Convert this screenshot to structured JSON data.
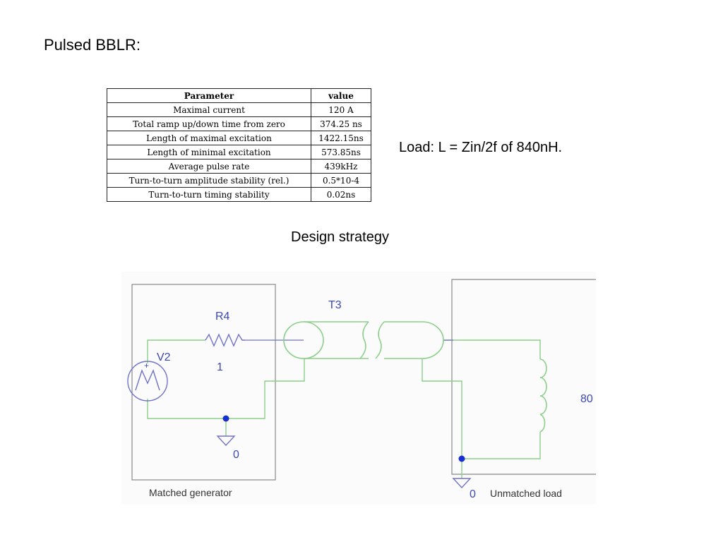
{
  "title": "Pulsed BBLR:",
  "table": {
    "headers": [
      "Parameter",
      "value"
    ],
    "rows": [
      [
        "Maximal current",
        "120 A"
      ],
      [
        "Total ramp up/down time from zero",
        "374.25 ns"
      ],
      [
        "Length of maximal excitation",
        "1422.15ns"
      ],
      [
        "Length of minimal excitation",
        "573.85ns"
      ],
      [
        "Average pulse rate",
        "439kHz"
      ],
      [
        "Turn-to-turn amplitude stability (rel.)",
        "0.5*10-4"
      ],
      [
        "Turn-to-turn timing stability",
        "0.02ns"
      ]
    ]
  },
  "load_note": "Load: L = Zin/2f of 840nH.",
  "strategy_label": "Design strategy",
  "circuit": {
    "resistor_name": "R4",
    "resistor_value": "1",
    "source_name": "V2",
    "tline_name": "T3",
    "inductor_label": "80",
    "ground_left": "0",
    "ground_right": "0",
    "generator_caption": "Matched generator",
    "load_caption": "Unmatched load",
    "colors": {
      "wire": "#8ccf8a",
      "component": "#6f73c8",
      "label": "#3c48b4",
      "node": "#1a2fd0",
      "box": "#888888"
    }
  }
}
